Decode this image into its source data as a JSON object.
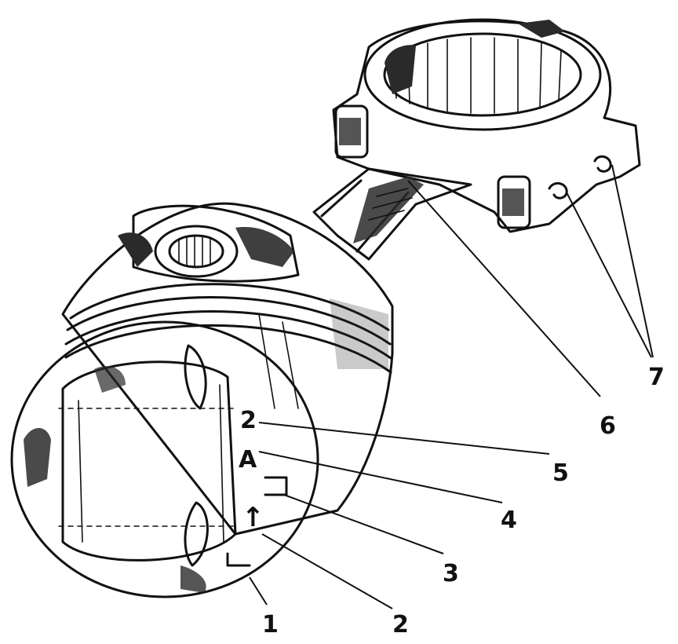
{
  "piston_crown_marks": {
    "number": "2",
    "letter": "A",
    "arrow": "↑"
  },
  "callouts": [
    {
      "id": "c5",
      "label": "5"
    },
    {
      "id": "c4",
      "label": "4"
    },
    {
      "id": "c3",
      "label": "3"
    },
    {
      "id": "c2",
      "label": "2"
    },
    {
      "id": "c1",
      "label": "1"
    },
    {
      "id": "c6",
      "label": "6"
    },
    {
      "id": "c7",
      "label": "7"
    }
  ]
}
